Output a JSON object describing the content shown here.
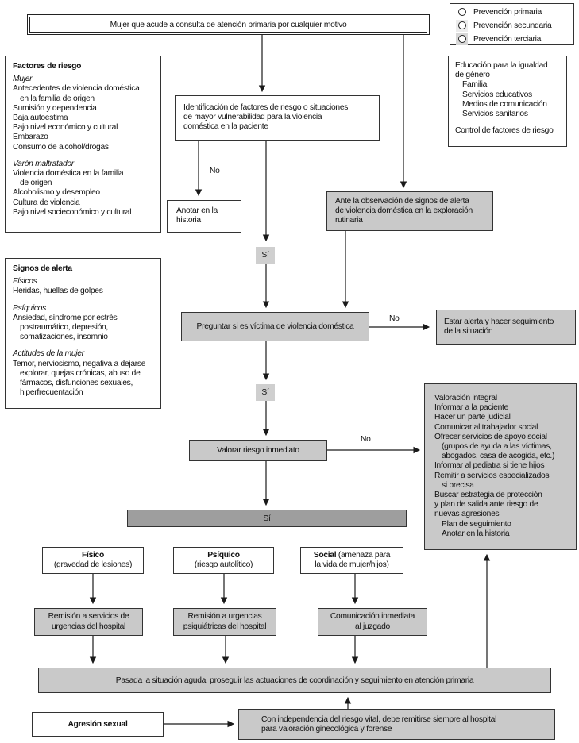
{
  "colors": {
    "node-fill-gray": "#c9c9c9",
    "node-fill-dark": "#9e9e9e",
    "label-fill": "#cfcfcf",
    "border": "#333333",
    "arrow": "#1a1a1a"
  },
  "legend": {
    "items": [
      {
        "label": "Prevención primaria",
        "swatch": "#ffffff"
      },
      {
        "label": "Prevención secundaria",
        "swatch": "#ececec"
      },
      {
        "label": "Prevención terciaria",
        "swatch": "#d8d8d8"
      }
    ]
  },
  "nodes": {
    "title": {
      "text": "Mujer que acude a consulta de atención primaria por cualquier motivo"
    },
    "factores": {
      "lines": [
        {
          "t": "Factores de riesgo",
          "role": "heading"
        },
        {
          "t": "",
          "role": "spacer-sm"
        },
        {
          "t": "Mujer",
          "role": "subheading"
        },
        {
          "t": "Antecedentes de violencia doméstica",
          "role": "item"
        },
        {
          "t": "en la familia de origen",
          "role": "cont"
        },
        {
          "t": "Sumisión y dependencia",
          "role": "item"
        },
        {
          "t": "Baja autoestima",
          "role": "item"
        },
        {
          "t": "Bajo nivel económico y cultural",
          "role": "item"
        },
        {
          "t": "Embarazo",
          "role": "item"
        },
        {
          "t": "Consumo de alcohol/drogas",
          "role": "item"
        },
        {
          "t": "",
          "role": "spacer"
        },
        {
          "t": "Varón maltratador",
          "role": "subheading"
        },
        {
          "t": "Violencia doméstica en la familia",
          "role": "item"
        },
        {
          "t": "de origen",
          "role": "cont"
        },
        {
          "t": "Alcoholismo y desempleo",
          "role": "item"
        },
        {
          "t": "Cultura de violencia",
          "role": "item"
        },
        {
          "t": "Bajo nivel socieconómico y cultural",
          "role": "item"
        }
      ]
    },
    "signos": {
      "lines": [
        {
          "t": "Signos de alerta",
          "role": "heading"
        },
        {
          "t": "",
          "role": "spacer-sm"
        },
        {
          "t": "Físicos",
          "role": "subheading"
        },
        {
          "t": "Heridas, huellas de golpes",
          "role": "item"
        },
        {
          "t": "",
          "role": "spacer"
        },
        {
          "t": "Psíquicos",
          "role": "subheading"
        },
        {
          "t": "Ansiedad, síndrome por estrés",
          "role": "item"
        },
        {
          "t": "postraumático, depresión,",
          "role": "cont"
        },
        {
          "t": "somatizaciones, insomnio",
          "role": "cont"
        },
        {
          "t": "",
          "role": "spacer"
        },
        {
          "t": "Actitudes de la mujer",
          "role": "subheading"
        },
        {
          "t": "Temor, nerviosismo, negativa a dejarse",
          "role": "item"
        },
        {
          "t": "explorar, quejas crónicas, abuso de",
          "role": "cont"
        },
        {
          "t": "fármacos, disfunciones sexuales,",
          "role": "cont"
        },
        {
          "t": "hiperfrecuentación",
          "role": "cont"
        }
      ]
    },
    "educacion": {
      "lines": [
        {
          "t": "Educación para la igualdad",
          "role": "item"
        },
        {
          "t": "de género",
          "role": "item"
        },
        {
          "t": "Familia",
          "role": "cont"
        },
        {
          "t": "Servicios educativos",
          "role": "cont"
        },
        {
          "t": "Medios de comunicación",
          "role": "cont"
        },
        {
          "t": "Servicios sanitarios",
          "role": "cont"
        },
        {
          "t": "",
          "role": "spacer"
        },
        {
          "t": "Control de factores de riesgo",
          "role": "item"
        }
      ]
    },
    "identificacion": {
      "lines": [
        {
          "t": "Identificación de factores de riesgo o situaciones",
          "role": "item"
        },
        {
          "t": "de mayor vulnerabilidad para la violencia",
          "role": "item"
        },
        {
          "t": "doméstica en la paciente",
          "role": "item"
        }
      ]
    },
    "anotar": {
      "lines": [
        {
          "t": "Anotar en la",
          "role": "item"
        },
        {
          "t": "historia",
          "role": "item"
        }
      ]
    },
    "ante": {
      "lines": [
        {
          "t": "Ante la observación de signos de alerta",
          "role": "item"
        },
        {
          "t": "de violencia doméstica en la exploración",
          "role": "item"
        },
        {
          "t": "rutinaria",
          "role": "item"
        }
      ]
    },
    "preguntar": {
      "text": "Preguntar si es víctima de violencia doméstica"
    },
    "estar": {
      "lines": [
        {
          "t": "Estar alerta y hacer seguimiento",
          "role": "item"
        },
        {
          "t": "de la situación",
          "role": "item"
        }
      ]
    },
    "valorar": {
      "text": "Valorar riesgo inmediato"
    },
    "acciones": {
      "lines": [
        {
          "t": "Valoración integral",
          "role": "item"
        },
        {
          "t": "Informar a la paciente",
          "role": "item"
        },
        {
          "t": "Hacer un parte judicial",
          "role": "item"
        },
        {
          "t": "Comunicar al trabajador social",
          "role": "item"
        },
        {
          "t": "Ofrecer servicios de apoyo social",
          "role": "item"
        },
        {
          "t": "(grupos de ayuda a las víctimas,",
          "role": "cont"
        },
        {
          "t": "abogados, casa de acogida, etc.)",
          "role": "cont"
        },
        {
          "t": "Informar al pediatra si tiene hijos",
          "role": "item"
        },
        {
          "t": "Remitir a servicios especializados",
          "role": "item"
        },
        {
          "t": "si precisa",
          "role": "cont"
        },
        {
          "t": "Buscar estrategia de protección",
          "role": "item"
        },
        {
          "t": "y plan de salida ante riesgo de",
          "role": "item"
        },
        {
          "t": "nuevas agresiones",
          "role": "item"
        },
        {
          "t": "Plan de seguimiento",
          "role": "cont"
        },
        {
          "t": "Anotar en la historia",
          "role": "cont"
        }
      ]
    },
    "fisico": {
      "title": "Físico",
      "subtitle": "(gravedad de lesiones)"
    },
    "psiquico": {
      "title": "Psíquico",
      "subtitle": "(riesgo autolítico)"
    },
    "social": {
      "bold": "Social",
      "rest": " (amenaza para",
      "line2": "la vida de mujer/hijos)"
    },
    "remision1": {
      "lines": [
        {
          "t": "Remisión a servicios de",
          "role": "item"
        },
        {
          "t": "urgencias del hospital",
          "role": "item"
        }
      ]
    },
    "remision2": {
      "lines": [
        {
          "t": "Remisión a urgencias",
          "role": "item"
        },
        {
          "t": "psiquiátricas del hospital",
          "role": "item"
        }
      ]
    },
    "comunicacion": {
      "lines": [
        {
          "t": "Comunicación inmediata",
          "role": "item"
        },
        {
          "t": "al juzgado",
          "role": "item"
        }
      ]
    },
    "widebar": {
      "text": "Pasada la situación aguda, proseguir las actuaciones de coordinación y seguimiento en atención primaria"
    },
    "agresion": {
      "text": "Agresión sexual"
    },
    "conindep": {
      "lines": [
        {
          "t": "Con independencia del riesgo vital, debe remitirse siempre al hospital",
          "role": "item"
        },
        {
          "t": "para valoración ginecológica y forense",
          "role": "item"
        }
      ]
    }
  },
  "edges": {
    "no1": "No",
    "no2": "No",
    "no3": "No",
    "si1": "Sí",
    "si2": "Sí",
    "si_bar": "Sí"
  }
}
